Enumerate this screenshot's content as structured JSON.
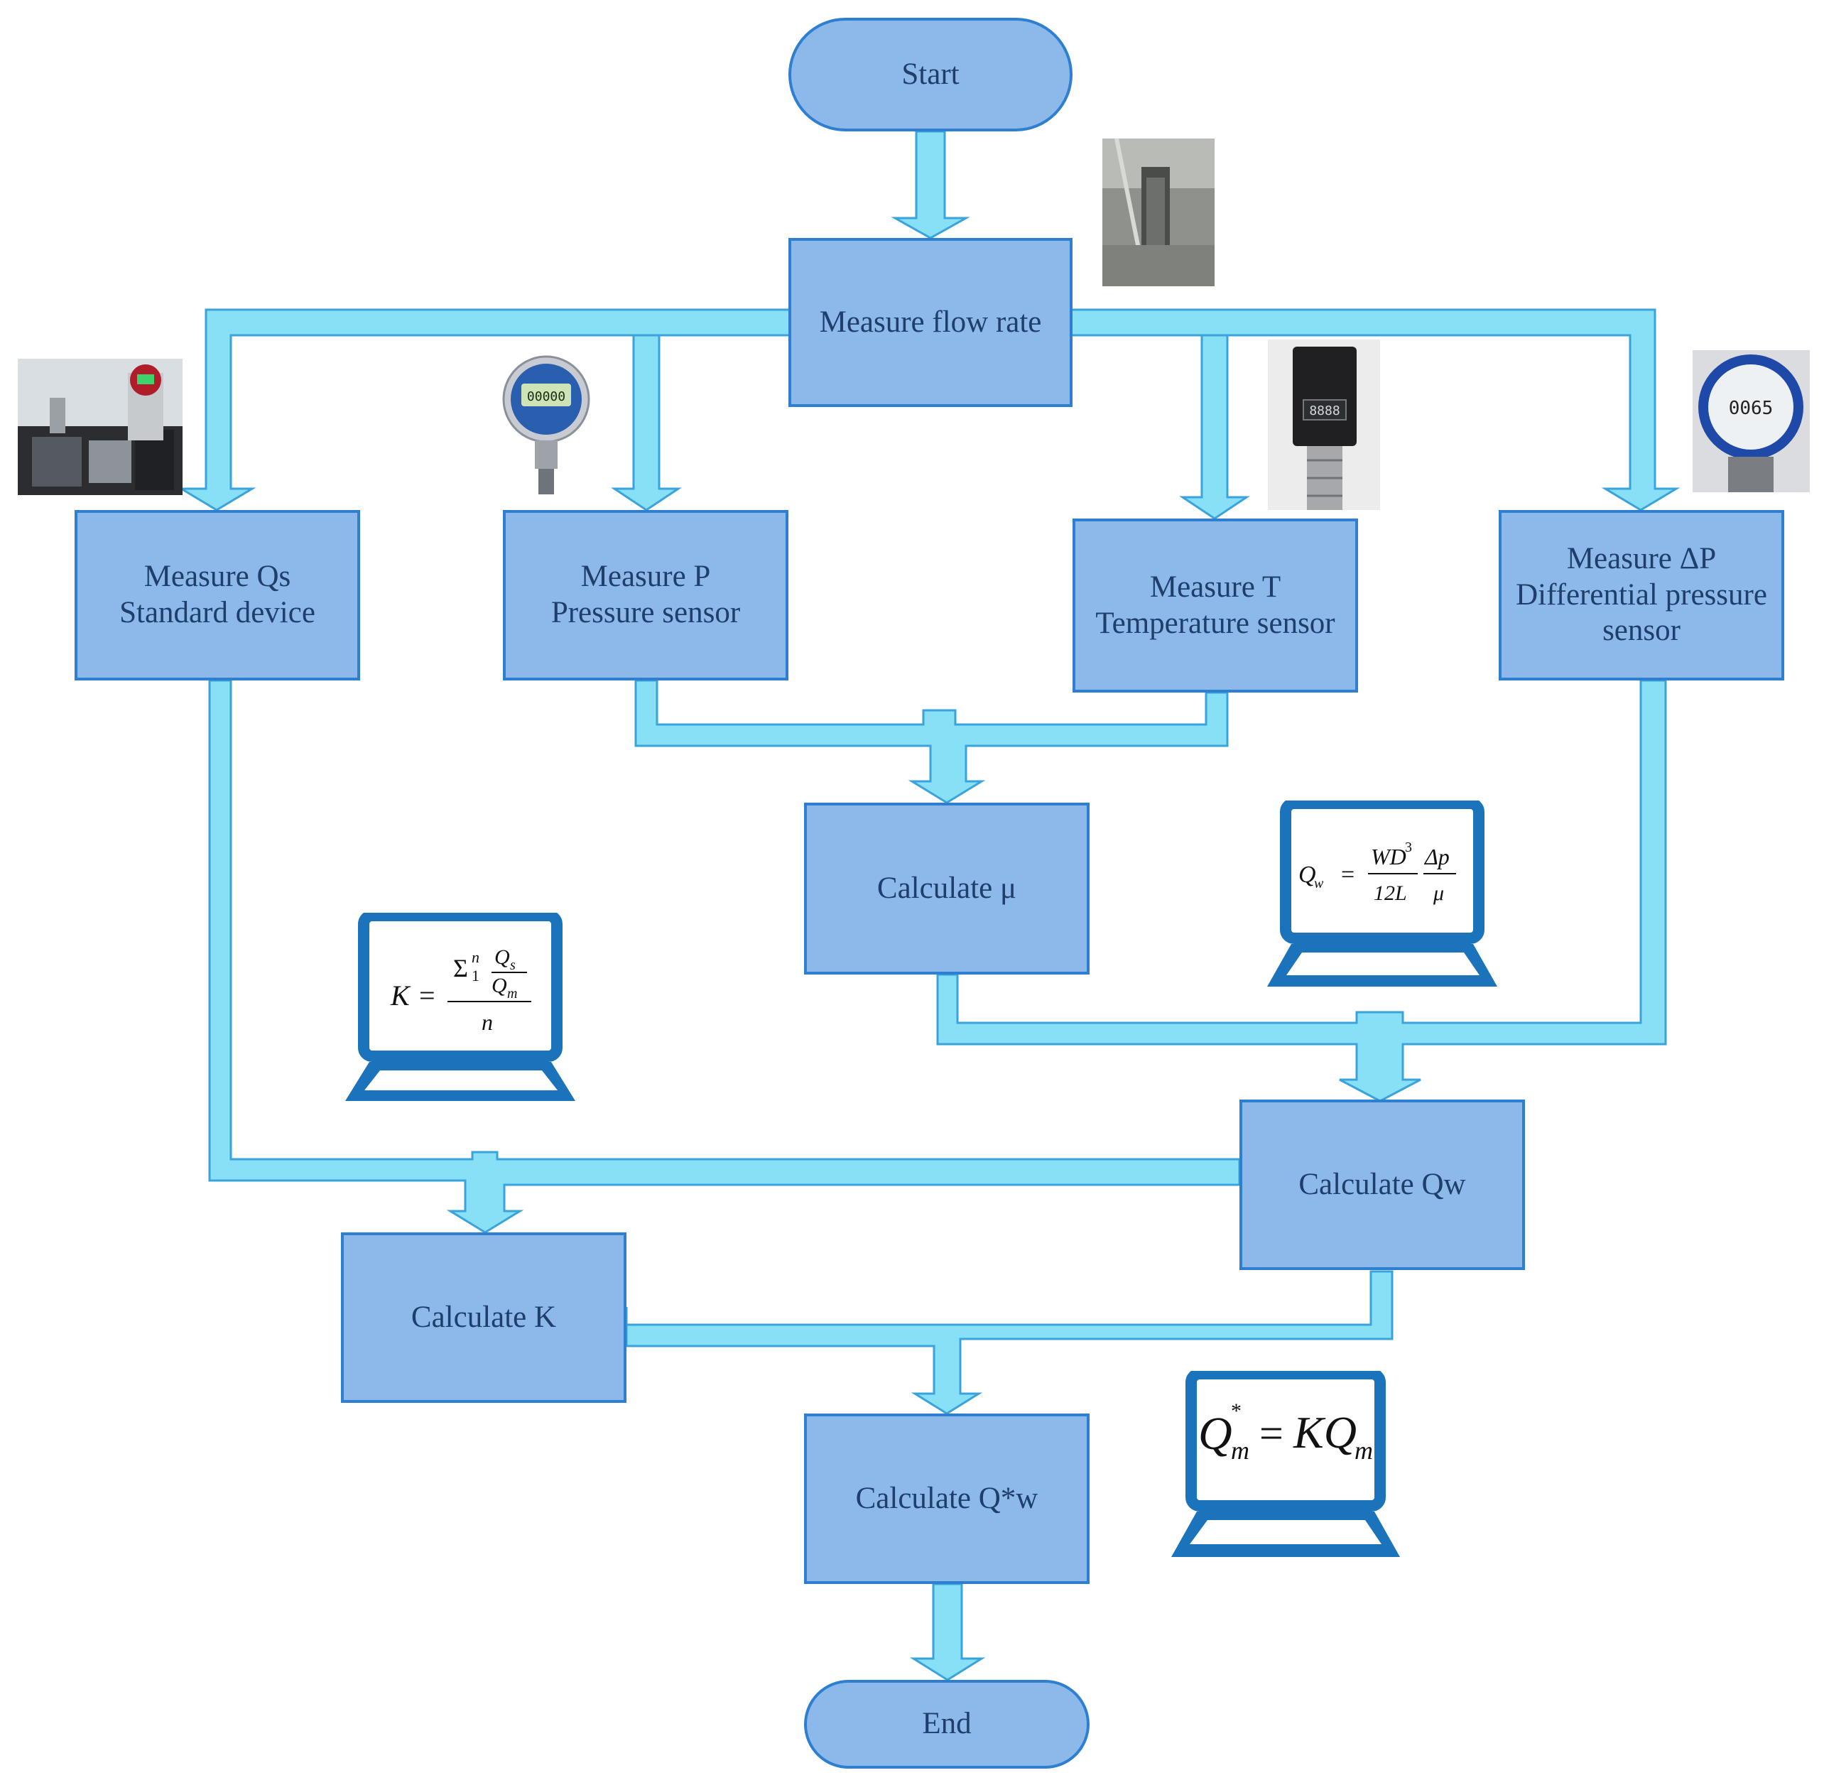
{
  "nodes": {
    "start": "Start",
    "measure_flow": "Measure flow rate",
    "measure_qs": [
      "Measure Qs",
      "Standard device"
    ],
    "measure_p": [
      "Measure P",
      "Pressure sensor"
    ],
    "measure_t": [
      "Measure T",
      "Temperature sensor"
    ],
    "measure_dp": [
      "Measure ΔP",
      "Differential pressure",
      "sensor"
    ],
    "calc_mu": "Calculate μ",
    "calc_qw": "Calculate Qw",
    "calc_k": "Calculate K",
    "calc_qstar": "Calculate Q*w",
    "end": "End"
  },
  "formulas": {
    "k": {
      "lhs": "K",
      "eq": "=",
      "sum": "Σ",
      "sup": "n",
      "sub": "1",
      "num": "Q",
      "num_sub": "s",
      "den": "Q",
      "den_sub": "m",
      "bottom": "n"
    },
    "qw": {
      "lhs": "Q",
      "lhs_sub": "w",
      "eq": "=",
      "f1_num": "WD",
      "f1_sup": "3",
      "f1_den": "12L",
      "f2_num": "Δp",
      "f2_den": "μ"
    },
    "qstar": {
      "lhs": "Q",
      "lhs_sup": "*",
      "lhs_sub": "m",
      "eq": "=",
      "rhs": "KQ",
      "rhs_sub": "m"
    }
  },
  "gauge_readings": {
    "pressure_gauge": "00000",
    "temperature_display": "8888",
    "diff_pressure_gauge": "0065"
  },
  "colors": {
    "box_fill": "#8db9ea",
    "box_border": "#2f7fd0",
    "arrow_fill": "#87e0f5",
    "arrow_border": "#3aa3dc",
    "laptop": "#1a73bb",
    "text": "#1e3f6b"
  }
}
